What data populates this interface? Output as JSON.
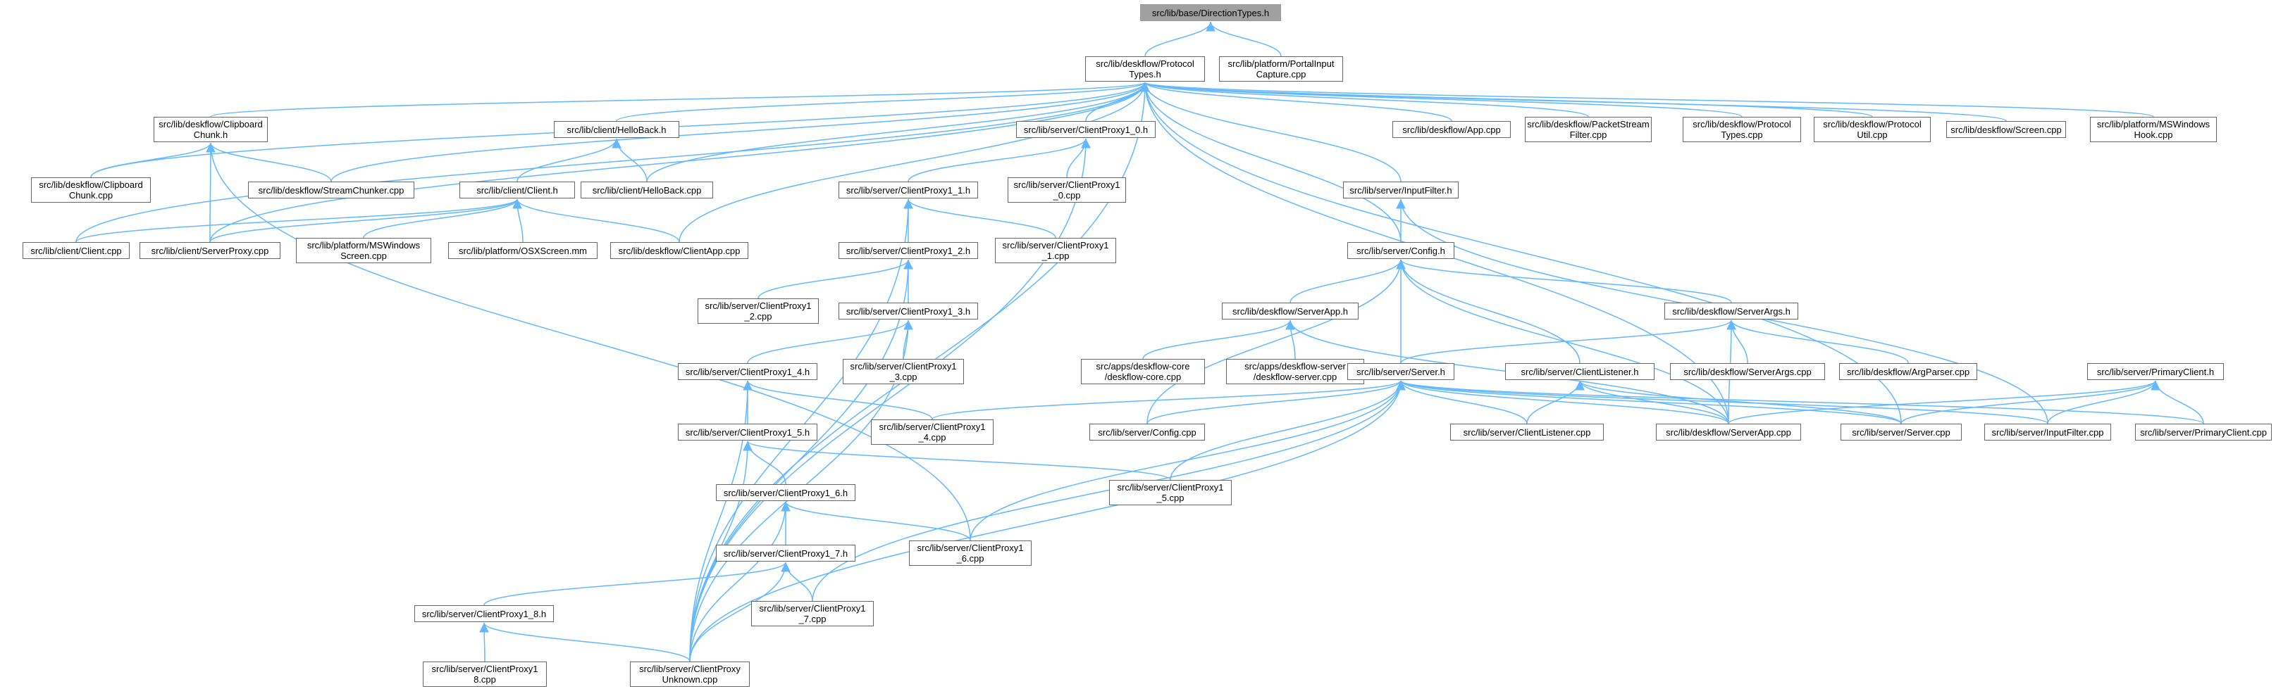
{
  "diagram": {
    "type": "include-dependency-graph",
    "edge_color": "#63b8ff",
    "node_border": "#666666",
    "root_fill": "#a0a0a0",
    "nodes": {
      "direction_types_h": "src/lib/base/DirectionTypes.h",
      "protocol_types_h": "src/lib/deskflow/Protocol\nTypes.h",
      "portal_input_capture_cpp": "src/lib/platform/PortalInput\nCapture.cpp",
      "clipboard_chunk_h": "src/lib/deskflow/Clipboard\nChunk.h",
      "hello_back_h": "src/lib/client/HelloBack.h",
      "client_proxy1_0_h": "src/lib/server/ClientProxy1_0.h",
      "app_cpp": "src/lib/deskflow/App.cpp",
      "packet_stream_filter_cpp": "src/lib/deskflow/PacketStream\nFilter.cpp",
      "protocol_types_cpp": "src/lib/deskflow/Protocol\nTypes.cpp",
      "protocol_util_cpp": "src/lib/deskflow/Protocol\nUtil.cpp",
      "screen_cpp": "src/lib/deskflow/Screen.cpp",
      "ms_windows_hook_cpp": "src/lib/platform/MSWindows\nHook.cpp",
      "clipboard_chunk_cpp": "src/lib/deskflow/Clipboard\nChunk.cpp",
      "stream_chunker_cpp": "src/lib/deskflow/StreamChunker.cpp",
      "client_h": "src/lib/client/Client.h",
      "hello_back_cpp": "src/lib/client/HelloBack.cpp",
      "client_proxy1_1_h": "src/lib/server/ClientProxy1_1.h",
      "client_proxy1_0_cpp": "src/lib/server/ClientProxy1\n_0.cpp",
      "input_filter_h": "src/lib/server/InputFilter.h",
      "client_cpp": "src/lib/client/Client.cpp",
      "server_proxy_cpp": "src/lib/client/ServerProxy.cpp",
      "ms_windows_screen_cpp": "src/lib/platform/MSWindows\nScreen.cpp",
      "osx_screen_mm": "src/lib/platform/OSXScreen.mm",
      "client_app_cpp": "src/lib/deskflow/ClientApp.cpp",
      "client_proxy1_2_h": "src/lib/server/ClientProxy1_2.h",
      "client_proxy1_1_cpp": "src/lib/server/ClientProxy1\n_1.cpp",
      "config_h": "src/lib/server/Config.h",
      "client_proxy1_2_cpp": "src/lib/server/ClientProxy1\n_2.cpp",
      "client_proxy1_3_h": "src/lib/server/ClientProxy1_3.h",
      "server_app_h": "src/lib/deskflow/ServerApp.h",
      "server_args_h": "src/lib/deskflow/ServerArgs.h",
      "client_proxy1_4_h": "src/lib/server/ClientProxy1_4.h",
      "client_proxy1_3_cpp": "src/lib/server/ClientProxy1\n_3.cpp",
      "deskflow_core_cpp": "src/apps/deskflow-core\n/deskflow-core.cpp",
      "deskflow_server_cpp": "src/apps/deskflow-server\n/deskflow-server.cpp",
      "server_h": "src/lib/server/Server.h",
      "client_listener_h": "src/lib/server/ClientListener.h",
      "server_args_cpp": "src/lib/deskflow/ServerArgs.cpp",
      "arg_parser_cpp": "src/lib/deskflow/ArgParser.cpp",
      "primary_client_h": "src/lib/server/PrimaryClient.h",
      "client_proxy1_5_h": "src/lib/server/ClientProxy1_5.h",
      "client_proxy1_4_cpp": "src/lib/server/ClientProxy1\n_4.cpp",
      "config_cpp": "src/lib/server/Config.cpp",
      "client_listener_cpp": "src/lib/server/ClientListener.cpp",
      "server_app_cpp": "src/lib/deskflow/ServerApp.cpp",
      "server_cpp": "src/lib/server/Server.cpp",
      "input_filter_cpp": "src/lib/server/InputFilter.cpp",
      "primary_client_cpp": "src/lib/server/PrimaryClient.cpp",
      "client_proxy1_6_h": "src/lib/server/ClientProxy1_6.h",
      "client_proxy1_5_cpp": "src/lib/server/ClientProxy1\n_5.cpp",
      "client_proxy1_7_h": "src/lib/server/ClientProxy1_7.h",
      "client_proxy1_6_cpp": "src/lib/server/ClientProxy1\n_6.cpp",
      "client_proxy1_8_h": "src/lib/server/ClientProxy1_8.h",
      "client_proxy1_7_cpp": "src/lib/server/ClientProxy1\n_7.cpp",
      "client_proxy1_8_cpp": "src/lib/server/ClientProxy1\n8.cpp",
      "client_proxy_unknown_cpp": "src/lib/server/ClientProxy\nUnknown.cpp"
    },
    "edges": [
      [
        "direction_types_h",
        "protocol_types_h"
      ],
      [
        "direction_types_h",
        "portal_input_capture_cpp"
      ],
      [
        "protocol_types_h",
        "clipboard_chunk_h"
      ],
      [
        "protocol_types_h",
        "hello_back_h"
      ],
      [
        "protocol_types_h",
        "client_proxy1_0_h"
      ],
      [
        "protocol_types_h",
        "app_cpp"
      ],
      [
        "protocol_types_h",
        "packet_stream_filter_cpp"
      ],
      [
        "protocol_types_h",
        "protocol_types_cpp"
      ],
      [
        "protocol_types_h",
        "protocol_util_cpp"
      ],
      [
        "protocol_types_h",
        "screen_cpp"
      ],
      [
        "protocol_types_h",
        "ms_windows_hook_cpp"
      ],
      [
        "protocol_types_h",
        "clipboard_chunk_cpp"
      ],
      [
        "protocol_types_h",
        "stream_chunker_cpp"
      ],
      [
        "protocol_types_h",
        "hello_back_cpp"
      ],
      [
        "protocol_types_h",
        "input_filter_h"
      ],
      [
        "protocol_types_h",
        "client_cpp"
      ],
      [
        "protocol_types_h",
        "server_proxy_cpp"
      ],
      [
        "protocol_types_h",
        "client_app_cpp"
      ],
      [
        "protocol_types_h",
        "config_h"
      ],
      [
        "protocol_types_h",
        "server_app_cpp"
      ],
      [
        "protocol_types_h",
        "server_cpp"
      ],
      [
        "protocol_types_h",
        "client_proxy_unknown_cpp"
      ],
      [
        "clipboard_chunk_h",
        "clipboard_chunk_cpp"
      ],
      [
        "clipboard_chunk_h",
        "stream_chunker_cpp"
      ],
      [
        "clipboard_chunk_h",
        "server_proxy_cpp"
      ],
      [
        "clipboard_chunk_h",
        "client_proxy1_6_cpp"
      ],
      [
        "hello_back_h",
        "client_h"
      ],
      [
        "hello_back_h",
        "hello_back_cpp"
      ],
      [
        "client_h",
        "client_cpp"
      ],
      [
        "client_h",
        "server_proxy_cpp"
      ],
      [
        "client_h",
        "ms_windows_screen_cpp"
      ],
      [
        "client_h",
        "osx_screen_mm"
      ],
      [
        "client_h",
        "client_app_cpp"
      ],
      [
        "client_proxy1_0_h",
        "client_proxy1_1_h"
      ],
      [
        "client_proxy1_0_h",
        "client_proxy1_0_cpp"
      ],
      [
        "client_proxy1_0_h",
        "client_proxy_unknown_cpp"
      ],
      [
        "client_proxy1_1_h",
        "client_proxy1_2_h"
      ],
      [
        "client_proxy1_1_h",
        "client_proxy1_1_cpp"
      ],
      [
        "client_proxy1_1_h",
        "client_proxy_unknown_cpp"
      ],
      [
        "client_proxy1_2_h",
        "client_proxy1_2_cpp"
      ],
      [
        "client_proxy1_2_h",
        "client_proxy1_3_h"
      ],
      [
        "client_proxy1_2_h",
        "client_proxy_unknown_cpp"
      ],
      [
        "client_proxy1_3_h",
        "client_proxy1_4_h"
      ],
      [
        "client_proxy1_3_h",
        "client_proxy1_3_cpp"
      ],
      [
        "client_proxy1_3_h",
        "client_proxy_unknown_cpp"
      ],
      [
        "client_proxy1_4_h",
        "client_proxy1_5_h"
      ],
      [
        "client_proxy1_4_h",
        "client_proxy1_4_cpp"
      ],
      [
        "client_proxy1_4_h",
        "client_proxy_unknown_cpp"
      ],
      [
        "client_proxy1_5_h",
        "client_proxy1_6_h"
      ],
      [
        "client_proxy1_5_h",
        "client_proxy1_5_cpp"
      ],
      [
        "client_proxy1_5_h",
        "client_proxy_unknown_cpp"
      ],
      [
        "client_proxy1_6_h",
        "client_proxy1_7_h"
      ],
      [
        "client_proxy1_6_h",
        "client_proxy1_6_cpp"
      ],
      [
        "client_proxy1_6_h",
        "client_proxy_unknown_cpp"
      ],
      [
        "client_proxy1_7_h",
        "client_proxy1_8_h"
      ],
      [
        "client_proxy1_7_h",
        "client_proxy1_7_cpp"
      ],
      [
        "client_proxy1_7_h",
        "client_proxy_unknown_cpp"
      ],
      [
        "client_proxy1_8_h",
        "client_proxy1_8_cpp"
      ],
      [
        "client_proxy1_8_h",
        "client_proxy_unknown_cpp"
      ],
      [
        "input_filter_h",
        "config_h"
      ],
      [
        "input_filter_h",
        "input_filter_cpp"
      ],
      [
        "config_h",
        "server_app_h"
      ],
      [
        "config_h",
        "server_args_h"
      ],
      [
        "config_h",
        "server_h"
      ],
      [
        "config_h",
        "client_listener_h"
      ],
      [
        "config_h",
        "config_cpp"
      ],
      [
        "config_h",
        "server_app_cpp"
      ],
      [
        "server_app_h",
        "deskflow_core_cpp"
      ],
      [
        "server_app_h",
        "deskflow_server_cpp"
      ],
      [
        "server_app_h",
        "server_app_cpp"
      ],
      [
        "server_args_h",
        "server_h"
      ],
      [
        "server_args_h",
        "server_args_cpp"
      ],
      [
        "server_args_h",
        "arg_parser_cpp"
      ],
      [
        "server_args_h",
        "server_app_cpp"
      ],
      [
        "server_h",
        "client_proxy1_4_cpp"
      ],
      [
        "server_h",
        "config_cpp"
      ],
      [
        "server_h",
        "client_listener_cpp"
      ],
      [
        "server_h",
        "server_app_cpp"
      ],
      [
        "server_h",
        "server_cpp"
      ],
      [
        "server_h",
        "input_filter_cpp"
      ],
      [
        "server_h",
        "primary_client_cpp"
      ],
      [
        "server_h",
        "client_proxy1_5_cpp"
      ],
      [
        "server_h",
        "client_proxy1_6_cpp"
      ],
      [
        "server_h",
        "client_proxy1_7_cpp"
      ],
      [
        "server_h",
        "client_proxy_unknown_cpp"
      ],
      [
        "client_listener_h",
        "client_listener_cpp"
      ],
      [
        "client_listener_h",
        "server_app_cpp"
      ],
      [
        "client_listener_h",
        "server_cpp"
      ],
      [
        "primary_client_h",
        "server_app_cpp"
      ],
      [
        "primary_client_h",
        "server_cpp"
      ],
      [
        "primary_client_h",
        "input_filter_cpp"
      ],
      [
        "primary_client_h",
        "primary_client_cpp"
      ]
    ]
  }
}
